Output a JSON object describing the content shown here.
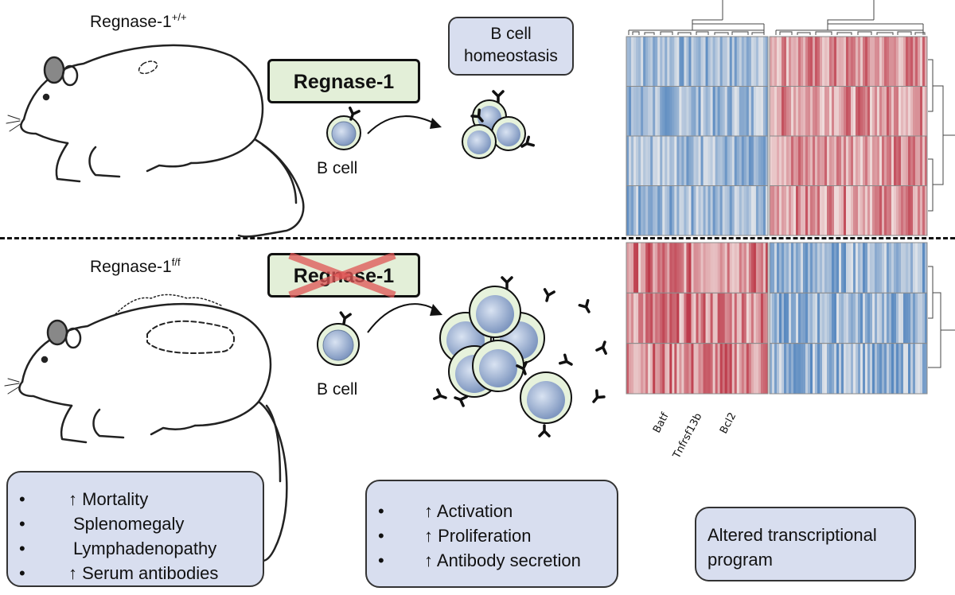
{
  "wt": {
    "mouse_label": "Regnase-1",
    "mouse_label_sup": "+/+",
    "regnase_label": "Regnase-1",
    "homeostasis_label_line1": "B cell",
    "homeostasis_label_line2": "homeostasis",
    "b_cell_label": "B cell"
  },
  "ko": {
    "mouse_label": "Regnase-1",
    "mouse_label_sup": "f/f",
    "regnase_label": "Regnase-1",
    "b_cell_label": "B cell"
  },
  "phenotype_panel": {
    "bullet": "•",
    "items": [
      "↑ Mortality",
      "Splenomegaly",
      "Lymphadenopathy",
      "↑ Serum antibodies"
    ]
  },
  "bcell_panel": {
    "bullet": "•",
    "items": [
      "↑ Activation",
      "↑ Proliferation",
      "↑ Antibody secretion"
    ]
  },
  "transcription_panel": {
    "line1": "Altered transcriptional",
    "line2": "program"
  },
  "heatmap": {
    "genes": [
      "Batf",
      "Tnfrsf13b",
      "Bcl2"
    ],
    "colors": {
      "low": "#2f6db3",
      "mid": "#f7f3f0",
      "high": "#b2182b"
    }
  },
  "colors": {
    "cell_fill": "#a9bad6",
    "cell_ring": "#e6f2dc",
    "regnase_box": "#e3efd8",
    "panel_box": "#d8deef",
    "cross": "#e05555"
  }
}
